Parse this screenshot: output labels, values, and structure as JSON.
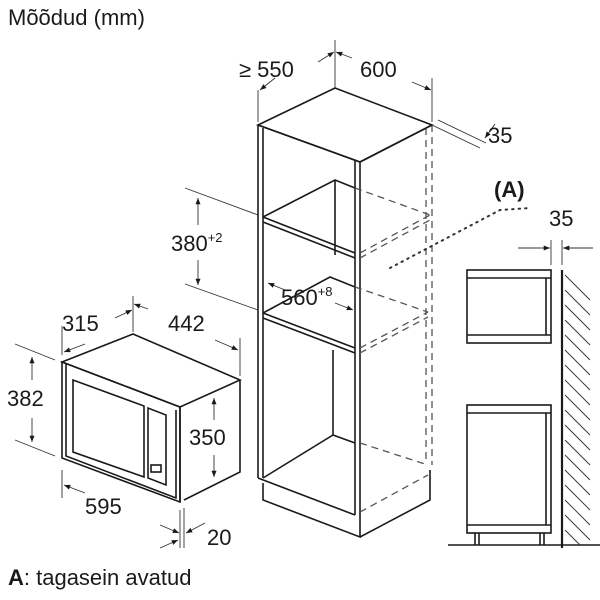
{
  "title": "Mõõdud (mm)",
  "caption": {
    "key": "A",
    "text": ": tagasein avatud"
  },
  "cabinet": {
    "depth_min": "≥ 550",
    "width": "600",
    "back_gap": "35",
    "niche_height": "380",
    "niche_height_tol": "+2",
    "niche_width": "560",
    "niche_width_tol": "+8",
    "label_a": "(A)"
  },
  "appliance": {
    "depth": "315",
    "inner_width": "442",
    "height": "382",
    "body_height": "350",
    "width": "595",
    "front_depth": "20"
  },
  "side_view": {
    "wall_gap": "35"
  }
}
